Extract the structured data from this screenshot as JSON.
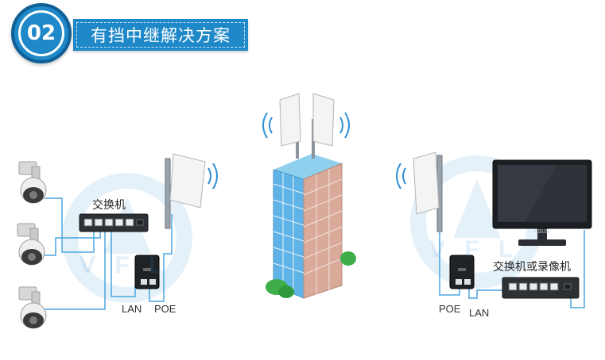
{
  "header": {
    "number": "02",
    "title": "有挡中继解决方案"
  },
  "labels": {
    "switch": "交换机",
    "switch_or_recorder": "交换机或录像机",
    "lan_left": "LAN",
    "poe_left": "POE",
    "poe_right": "POE",
    "lan_right": "LAN",
    "monitor_brand": "ASUS",
    "watermark": "V F L"
  },
  "colors": {
    "accent": "#1e88c8",
    "cable": "#4aa6e0",
    "building_blue": "#5fb3e6",
    "building_brick": "#d9a99a"
  }
}
